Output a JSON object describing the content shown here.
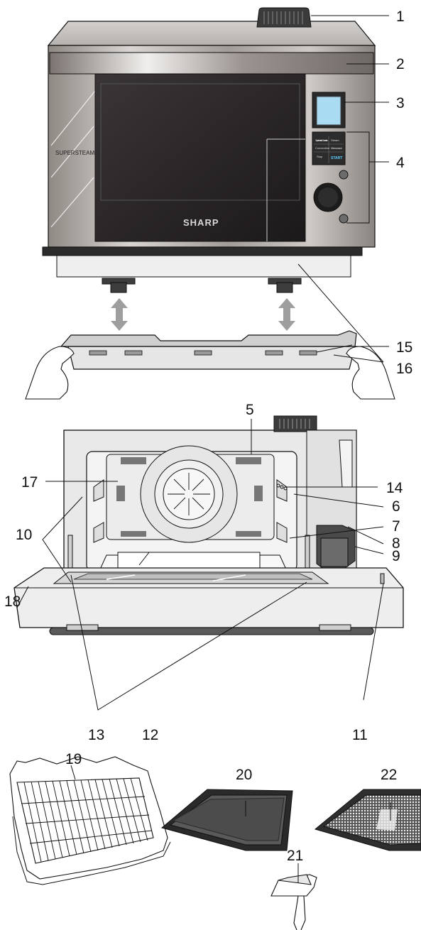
{
  "brand": {
    "logo_text": "SHARP",
    "series_text": "SUPERSTEAM"
  },
  "control_panel": {
    "buttons": [
      "Superheated Convection",
      "Steam",
      "Convection",
      "Microwave",
      "Stop",
      "START"
    ]
  },
  "callouts": [
    "1",
    "2",
    "3",
    "4",
    "5",
    "6",
    "7",
    "8",
    "9",
    "10",
    "11",
    "12",
    "13",
    "14",
    "15",
    "16",
    "17",
    "18",
    "19",
    "20",
    "21",
    "22"
  ],
  "colors": {
    "line": "#111111",
    "steel": "#b8b2ad",
    "glass": "#2a2628",
    "display": "#a9dcf3",
    "grey_arrow": "#9e9e9e"
  }
}
